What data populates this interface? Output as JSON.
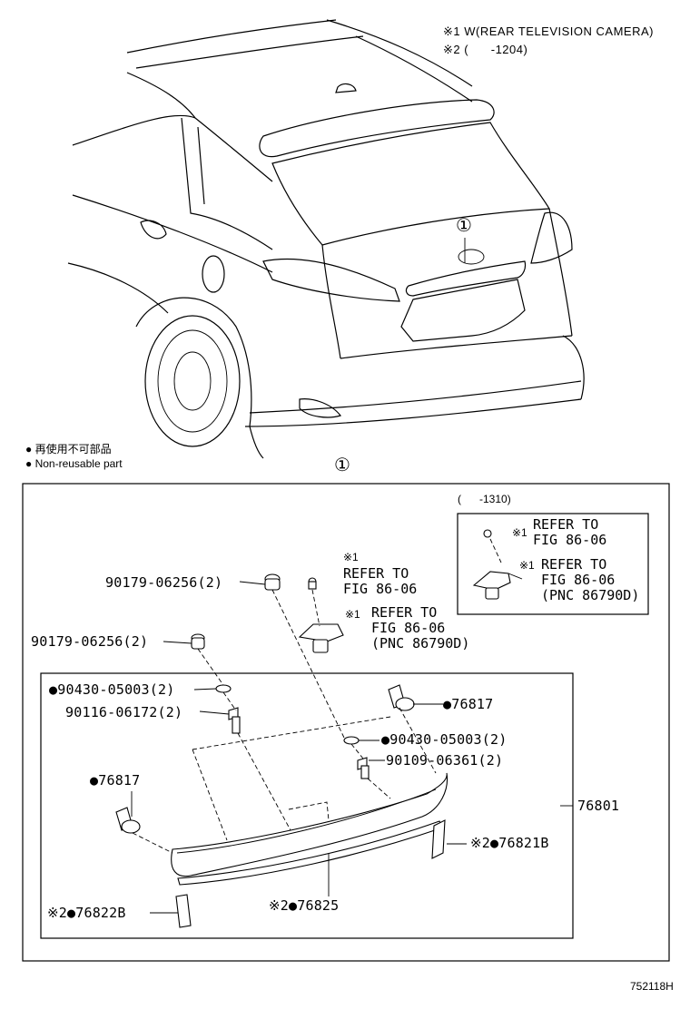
{
  "notes": {
    "note1": "※1 W(REAR TELEVISION CAMERA)",
    "note2": "※2 (      -1204)"
  },
  "legend": {
    "item1": "● 再使用不可部品",
    "item2": "● Non-reusable part"
  },
  "callouts": {
    "circle_one_top": "①",
    "circle_one_mid": "①"
  },
  "inset": {
    "date_range": "(      -1310)",
    "ref_a": "REFER TO\nFIG 86-06",
    "ref_b": "REFER TO\nFIG 86-06\n(PNC 86790D)",
    "mark_a": "※1",
    "mark_b": "※1"
  },
  "parts": {
    "p1_num": "90179-06256(2)",
    "p2_num": "90179-06256(2)",
    "ref_top_mark": "※1",
    "ref_top": "REFER TO\nFIG 86-06",
    "ref_mid_mark": "※1",
    "ref_mid": "REFER TO\nFIG 86-06\n(PNC 86790D)",
    "p3_num": "●90430-05003(2)",
    "p4_num": "90116-06172(2)",
    "p5_num": "●76817",
    "p6_num": "●90430-05003(2)",
    "p7_num": "90109-06361(2)",
    "p8_num": "●76817",
    "p9_num": "76801",
    "p10_num": "※2●76821B",
    "p11_num": "※2●76825",
    "p12_num": "※2●76822B"
  },
  "figure_id": "752118H"
}
